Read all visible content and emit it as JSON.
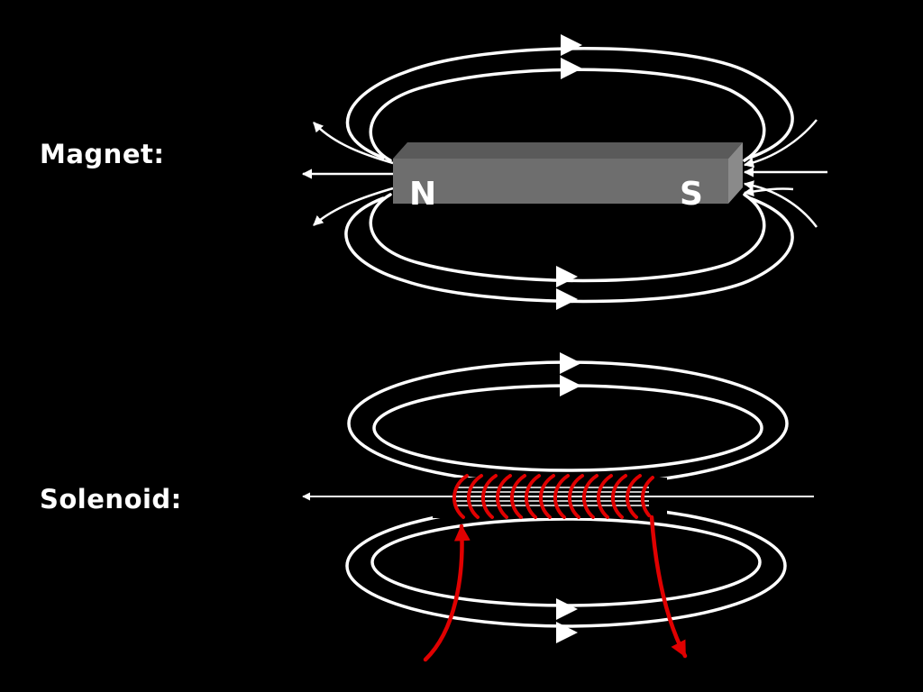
{
  "labels": {
    "magnet": "Magnet:",
    "solenoid": "Solenoid:"
  },
  "poles": {
    "north": "N",
    "south": "S"
  },
  "colors": {
    "background": "#000000",
    "field_lines": "#ffffff",
    "magnet_front": "#6e6e6e",
    "magnet_top": "#5a5a5a",
    "magnet_end": "#8a8a8a",
    "coil": "#e00000"
  }
}
